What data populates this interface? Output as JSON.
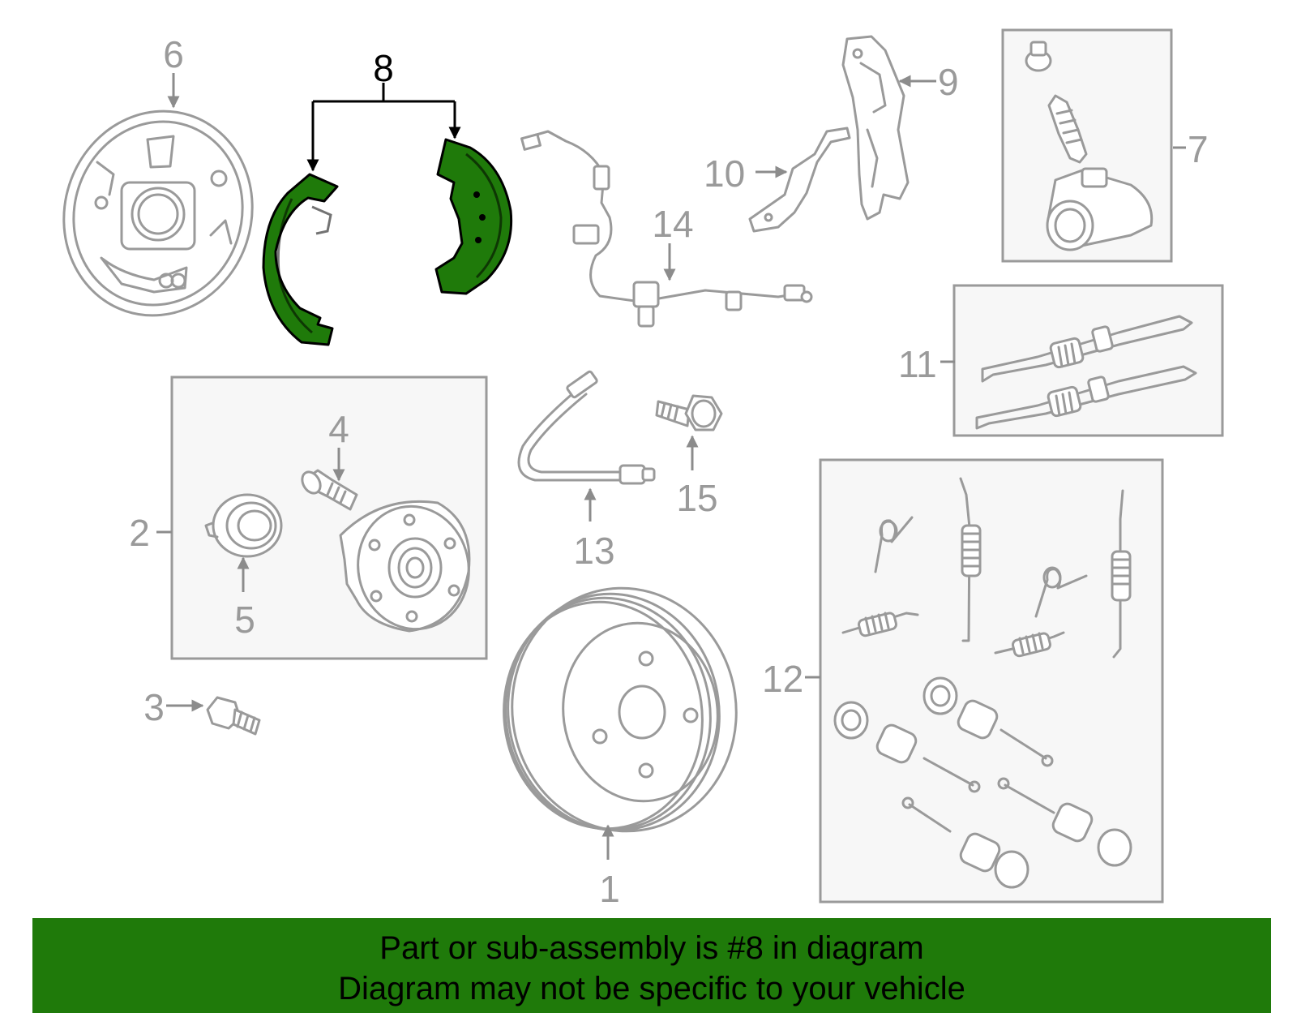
{
  "colors": {
    "highlight": "#1f7a0a",
    "banner": "#1f7a0a",
    "part_outline": "#9a9a9a",
    "inset_fill": "#f7f7f7"
  },
  "callouts": [
    {
      "id": "1",
      "label": "1"
    },
    {
      "id": "2",
      "label": "2"
    },
    {
      "id": "3",
      "label": "3"
    },
    {
      "id": "4",
      "label": "4"
    },
    {
      "id": "5",
      "label": "5"
    },
    {
      "id": "6",
      "label": "6"
    },
    {
      "id": "7",
      "label": "7"
    },
    {
      "id": "8",
      "label": "8",
      "highlighted": true
    },
    {
      "id": "9",
      "label": "9"
    },
    {
      "id": "10",
      "label": "10"
    },
    {
      "id": "11",
      "label": "11"
    },
    {
      "id": "12",
      "label": "12"
    },
    {
      "id": "13",
      "label": "13"
    },
    {
      "id": "14",
      "label": "14"
    },
    {
      "id": "15",
      "label": "15"
    }
  ],
  "banner": {
    "line1": "Part or sub-assembly is #8 in diagram",
    "line2": "Diagram may not be specific to your vehicle"
  }
}
